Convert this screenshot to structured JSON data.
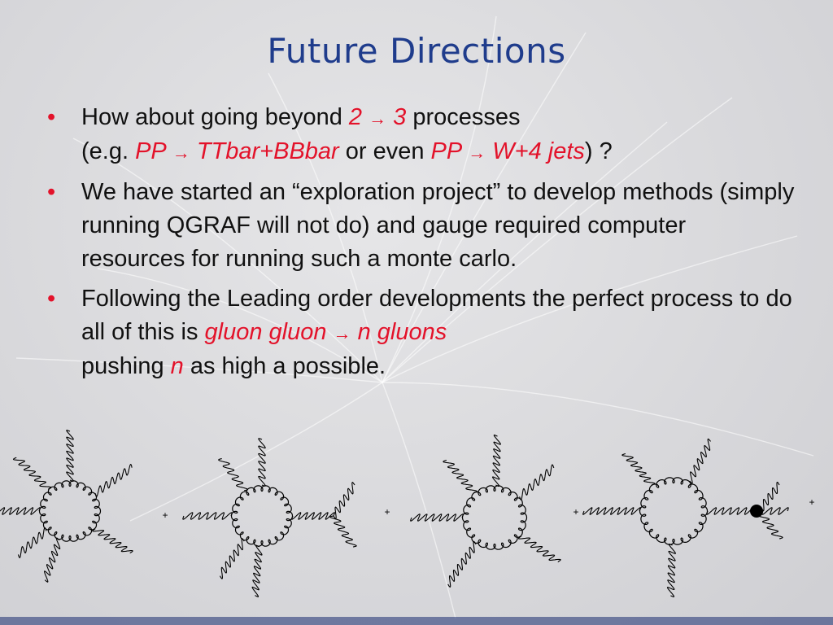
{
  "slide": {
    "title": "Future Directions",
    "bullet_symbol": "•",
    "bullets": [
      {
        "line1": [
          "How about going beyond ",
          "2 ",
          "→",
          " 3",
          " processes"
        ],
        "line2": [
          "(e.g. ",
          "PP ",
          "→",
          " TTbar+BBbar",
          " or even ",
          "PP ",
          "→",
          " W+4 jets",
          ") ?"
        ]
      },
      {
        "text": "We have started an “exploration project” to develop methods (simply running QGRAF will not do) and gauge required computer resources for running such a monte carlo."
      },
      {
        "parts": [
          "Following the Leading order developments the perfect process to do all of this is ",
          "gluon gluon ",
          "→",
          " n gluons",
          " pushing ",
          "n",
          " as high a possible."
        ]
      }
    ],
    "diagram_plus": "+"
  },
  "colors": {
    "title": "#1f3c8c",
    "accent": "#e3122a",
    "text": "#111111"
  }
}
